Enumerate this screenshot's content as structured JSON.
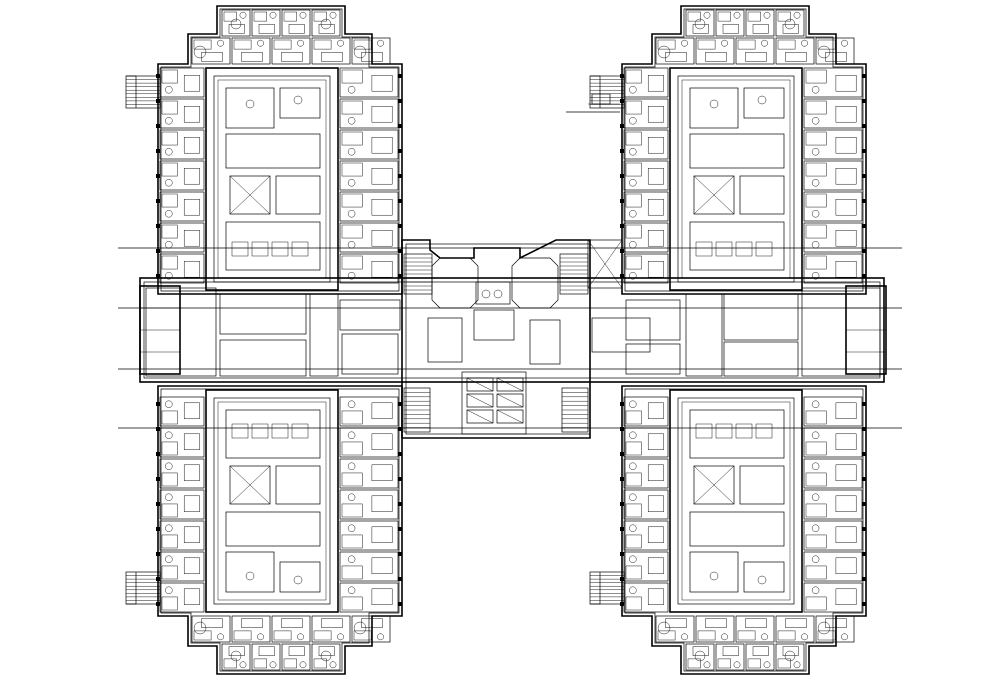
{
  "drawing": {
    "title_label": "",
    "stroke_color": "#000000",
    "background_color": "#ffffff"
  },
  "wings": [
    {
      "id": "top-left",
      "name": ""
    },
    {
      "id": "top-right",
      "name": ""
    },
    {
      "id": "bottom-left",
      "name": ""
    },
    {
      "id": "bottom-right",
      "name": ""
    }
  ],
  "legend": {
    "visible": true,
    "position": "top-center-right"
  }
}
